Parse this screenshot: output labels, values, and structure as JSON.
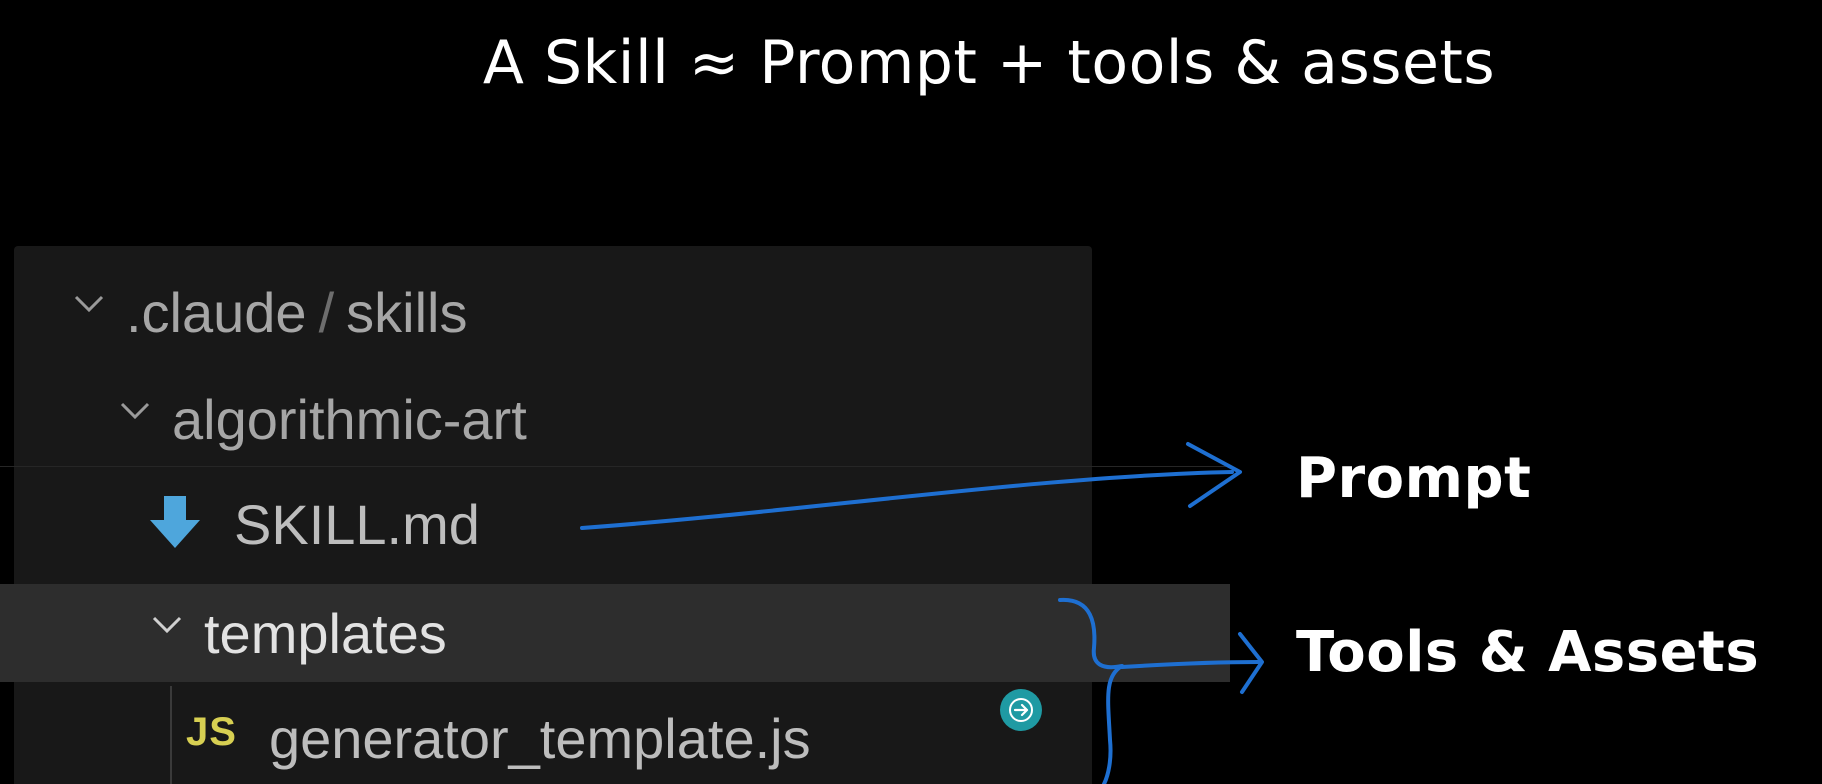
{
  "slide": {
    "title": "A Skill ≈ Prompt + tools & assets"
  },
  "explorer": {
    "root": {
      "part1": ".claude",
      "separator": "/",
      "part2": "skills"
    },
    "folder": {
      "label": "algorithmic-art"
    },
    "skill_file": {
      "label": "SKILL.md",
      "icon": "markdown-download-icon"
    },
    "templates_folder": {
      "label": "templates"
    },
    "template_file": {
      "icon_text": "JS",
      "label": "generator_template.js"
    }
  },
  "annotations": {
    "prompt": "Prompt",
    "tools_assets": "Tools & Assets",
    "arrow_color": "#1e6fd1"
  },
  "colors": {
    "background": "#000000",
    "explorer_bg": "#181818",
    "selected_row": "#2d2d2d",
    "md_icon": "#4ea6dc",
    "js_icon": "#d7cf52",
    "jump_icon": "#1f9aa3"
  }
}
